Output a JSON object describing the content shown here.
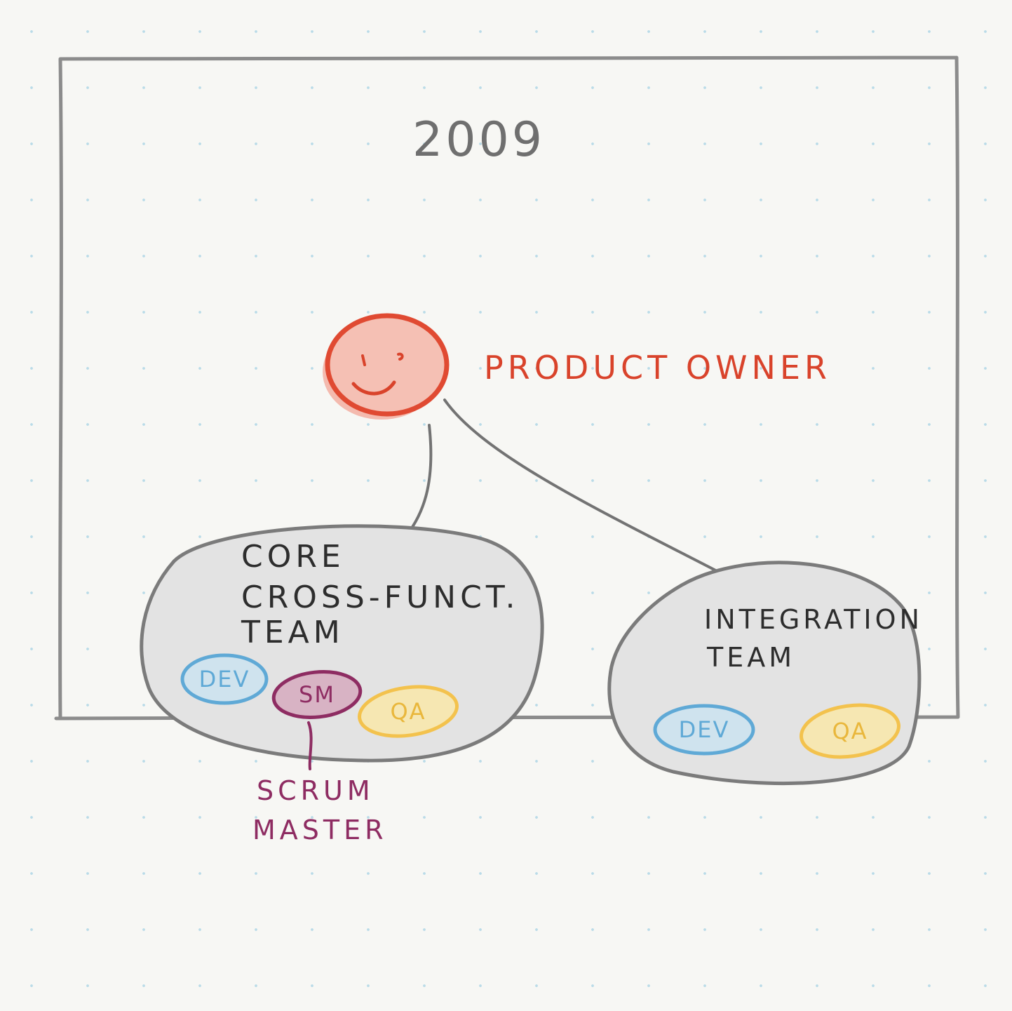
{
  "title": "2009",
  "product_owner": {
    "label": "PRODUCT OWNER"
  },
  "core_team": {
    "label_lines": [
      "CORE",
      "CROSS-FUNCT.",
      "TEAM"
    ],
    "roles": {
      "dev": "DEV",
      "sm": "SM",
      "qa": "QA"
    }
  },
  "integration_team": {
    "label_lines": [
      "INTEGRATION",
      "TEAM"
    ],
    "roles": {
      "dev": "DEV",
      "qa": "QA"
    }
  },
  "scrum_master_note": {
    "lines": [
      "SCRUM",
      "MASTER"
    ]
  },
  "colors": {
    "frame": "#8c8c8c",
    "team_fill": "#e3e3e3",
    "product_owner": "#d9432b",
    "dev": "#5fa9d6",
    "sm": "#8e2c62",
    "qa": "#f3c24d"
  },
  "icons": [
    "smiley-face-icon"
  ]
}
